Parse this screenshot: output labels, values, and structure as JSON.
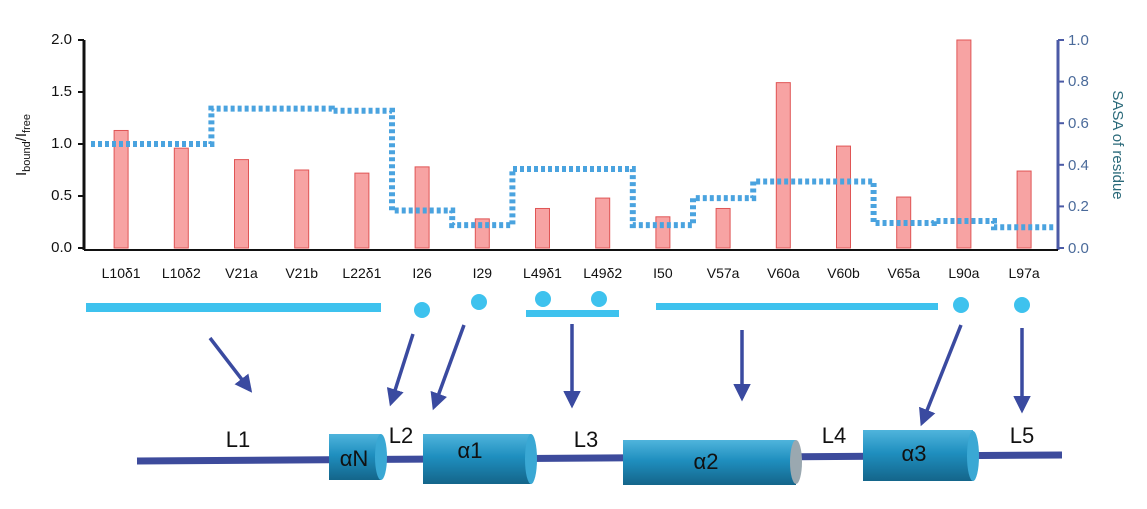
{
  "chart_data": {
    "type": "bar",
    "categories": [
      "L10δ1",
      "L10δ2",
      "V21a",
      "V21b",
      "L22δ1",
      "I26",
      "I29",
      "L49δ1",
      "L49δ2",
      "I50",
      "V57a",
      "V60a",
      "V60b",
      "V65a",
      "L90a",
      "L97a"
    ],
    "series": [
      {
        "values": [
          1.13,
          0.96,
          0.85,
          0.75,
          0.72,
          0.78,
          0.28,
          0.38,
          0.48,
          0.3,
          0.38,
          1.59,
          0.98,
          0.49,
          2.0,
          0.74
        ]
      },
      {
        "values": [
          0.5,
          0.5,
          0.67,
          0.67,
          0.66,
          0.18,
          0.11,
          0.38,
          0.38,
          0.11,
          0.24,
          0.32,
          0.32,
          0.12,
          0.13,
          0.1
        ]
      }
    ],
    "ylabel_base": "I",
    "ylabel_sub1": "bound",
    "ylabel_sep": "/I",
    "ylabel_sub2": "free",
    "y2label": "SASA of residue",
    "ylim": [
      0,
      2.0
    ],
    "y2lim": [
      0,
      1.0
    ],
    "yticks": [
      "0.0",
      "0.5",
      "1.0",
      "1.5",
      "2.0"
    ],
    "y2ticks": [
      "0.0",
      "0.2",
      "0.4",
      "0.6",
      "0.8",
      "1.0"
    ],
    "colors": {
      "bars": "#f7a3a3",
      "bar_edge": "#e05555",
      "sasa": "#4aa3df",
      "right_axis": "#4b5aa6",
      "right_axis_text": "#4a6a9a",
      "right_label": "#2b6a7a"
    }
  },
  "diagram": {
    "loops": [
      "L1",
      "L2",
      "L3",
      "L4",
      "L5"
    ],
    "helices": [
      "αN",
      "α1",
      "α2",
      "α3"
    ],
    "colors": {
      "backbone": "#3d4b9c",
      "helix_fill": "#1f8fbf",
      "helix_dark": "#166f96",
      "marker": "#3ec2ee",
      "arrow": "#3a4aa0"
    }
  }
}
